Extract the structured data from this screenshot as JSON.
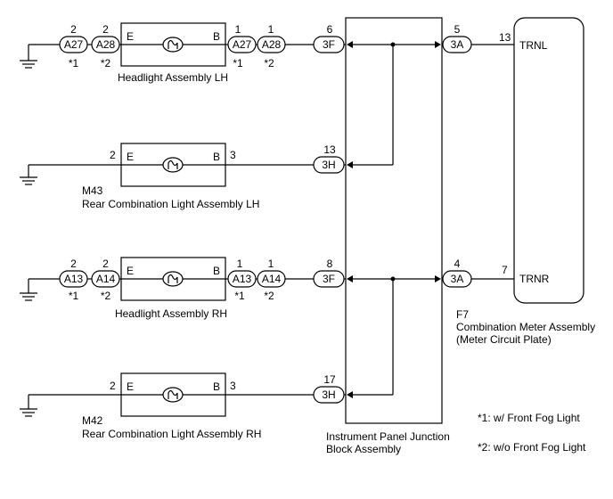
{
  "labels": {
    "headlight_lh": "Headlight Assembly LH",
    "headlight_rh": "Headlight Assembly RH",
    "rear_lh_code": "M43",
    "rear_lh": "Rear Combination Light Assembly LH",
    "rear_rh_code": "M42",
    "rear_rh": "Rear Combination Light Assembly RH",
    "junction_line1": "Instrument Panel Junction",
    "junction_line2": "Block Assembly",
    "meter_code": "F7",
    "meter_line1": "Combination Meter Assembly",
    "meter_line2": "(Meter Circuit Plate)",
    "note1": "*1: w/ Front Fog Light",
    "note2": "*2: w/o Front Fog Light"
  },
  "terminals": {
    "e": "E",
    "b": "B",
    "trnl": "TRNL",
    "trnr": "TRNR"
  },
  "connectors": {
    "hl_lh_in_a": {
      "code": "A27",
      "pin": "2",
      "note": "*1"
    },
    "hl_lh_in_b": {
      "code": "A28",
      "pin": "2",
      "note": "*2"
    },
    "hl_lh_out_a": {
      "code": "A27",
      "pin": "1",
      "note": "*1"
    },
    "hl_lh_out_b": {
      "code": "A28",
      "pin": "1",
      "note": "*2"
    },
    "hl_rh_in_a": {
      "code": "A13",
      "pin": "2",
      "note": "*1"
    },
    "hl_rh_in_b": {
      "code": "A14",
      "pin": "2",
      "note": "*2"
    },
    "hl_rh_out_a": {
      "code": "A13",
      "pin": "1",
      "note": "*1"
    },
    "hl_rh_out_b": {
      "code": "A14",
      "pin": "1",
      "note": "*2"
    },
    "jb_3f_6": {
      "code": "3F",
      "pin": "6"
    },
    "jb_3h_13": {
      "code": "3H",
      "pin": "13"
    },
    "jb_3f_8": {
      "code": "3F",
      "pin": "8"
    },
    "jb_3h_17": {
      "code": "3H",
      "pin": "17"
    },
    "jb_3a_5": {
      "code": "3A",
      "pin": "5"
    },
    "jb_3a_4": {
      "code": "3A",
      "pin": "4"
    }
  },
  "pins": {
    "rear_lh_e": "2",
    "rear_lh_b": "3",
    "rear_rh_e": "2",
    "rear_rh_b": "3",
    "meter_trnl": "13",
    "meter_trnr": "7"
  }
}
